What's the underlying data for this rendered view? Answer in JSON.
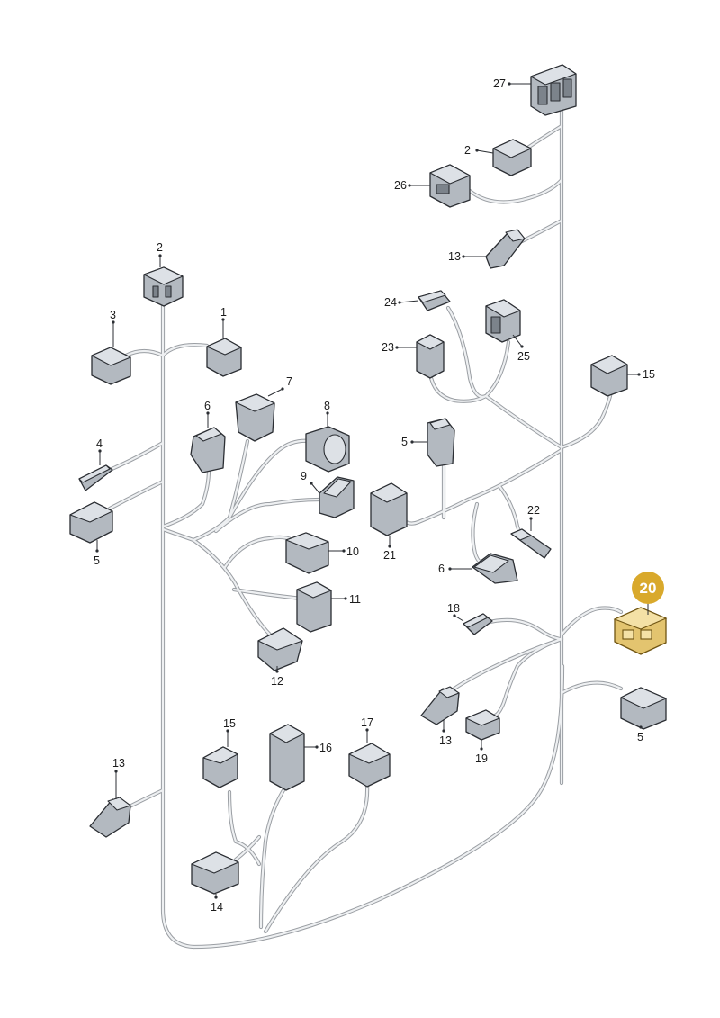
{
  "diagram": {
    "highlighted_part": "20",
    "highlight_color": "#d9a92c",
    "labels": {
      "p27": "27",
      "p2a": "2",
      "p26": "26",
      "p13a": "13",
      "p24": "24",
      "p25": "25",
      "p23": "23",
      "p15a": "15",
      "p2b": "2",
      "p3": "3",
      "p1": "1",
      "p7": "7",
      "p6a": "6",
      "p8": "8",
      "p4": "4",
      "p9": "9",
      "p5a": "5",
      "p5b": "5",
      "p21": "21",
      "p22": "22",
      "p6b": "6",
      "p10": "10",
      "p11": "11",
      "p12": "12",
      "p18": "18",
      "p5c": "5",
      "p13b": "13",
      "p19": "19",
      "p15b": "15",
      "p16": "16",
      "p17": "17",
      "p13c": "13",
      "p14": "14"
    }
  }
}
